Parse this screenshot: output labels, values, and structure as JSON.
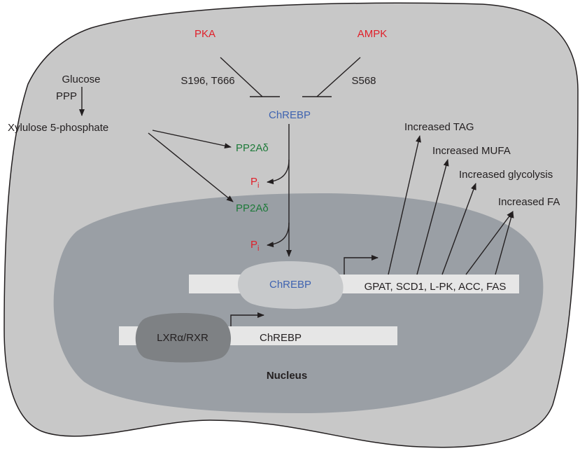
{
  "kinases": {
    "pka": "PKA",
    "ampk": "AMPK"
  },
  "sites": {
    "pka_sites": "S196, T666",
    "ampk_site": "S568"
  },
  "pathway": {
    "glucose": "Glucose",
    "ppp": "PPP",
    "xylulose": "Xylulose 5-phosphate"
  },
  "phosphatase": {
    "pp2a_cyto": "PP2Aδ",
    "pp2a_nuc": "PP2Aδ"
  },
  "phosphate": {
    "p": "P",
    "sub": "i"
  },
  "chrebp": {
    "cytoplasm": "ChREBP",
    "bound": "ChREBP",
    "gene": "ChREBP"
  },
  "nuclear_receptor": "LXRα/RXR",
  "target_genes": "GPAT, SCD1, L-PK, ACC, FAS",
  "outcomes": {
    "tag": "Increased TAG",
    "mufa": "Increased MUFA",
    "glycolysis": "Increased glycolysis",
    "fa": "Increased FA"
  },
  "nucleus_label": "Nucleus",
  "colors": {
    "cell": "#c8c8c8",
    "nucleus": "#9a9fa5",
    "dna_bar": "#e6e6e6",
    "protein_blob": "#c7c9cb",
    "receptor_blob": "#7e8184",
    "kinase_red": "#e0202a",
    "phosphatase_green": "#1e7a3a",
    "chrebp_blue": "#3f63b0"
  }
}
